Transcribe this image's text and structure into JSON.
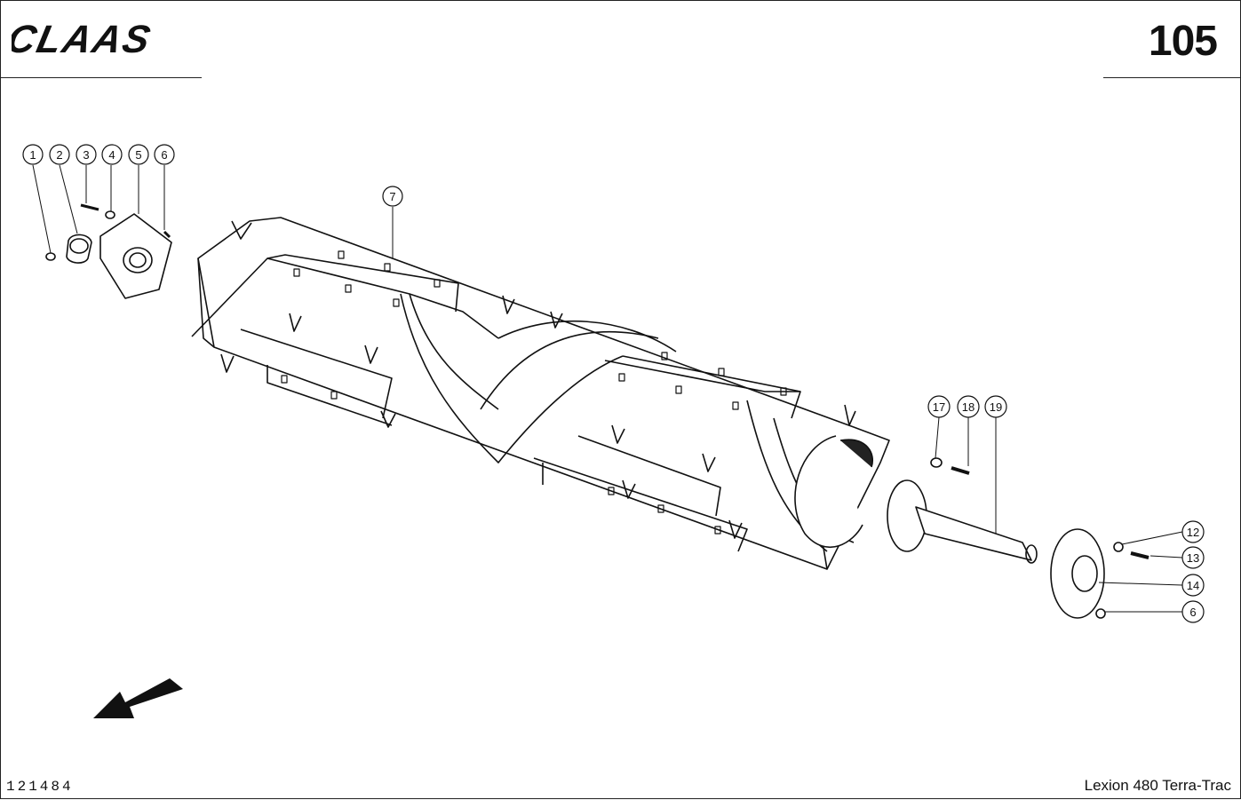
{
  "header": {
    "brand": "CLAAS",
    "page_number": "105"
  },
  "footer": {
    "drawing_number": "121484",
    "model": "Lexion 480 Terra-Trac"
  },
  "callouts": [
    "1",
    "2",
    "3",
    "4",
    "5",
    "6",
    "7",
    "17",
    "18",
    "19",
    "12",
    "13",
    "14",
    "6"
  ],
  "colors": {
    "line": "#111111",
    "fill": "#ffffff",
    "shade": "#e6e6e6"
  },
  "icons": [
    "direction-arrow-icon"
  ]
}
